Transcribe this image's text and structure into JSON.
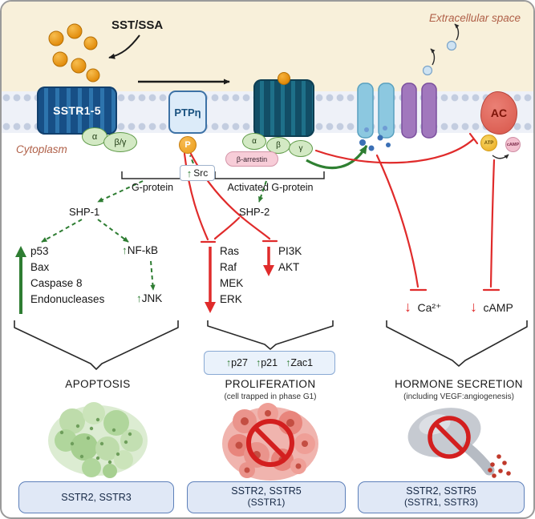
{
  "colors": {
    "activation_green": "#2e7d32",
    "inhibition_red": "#e02b2b",
    "extracellular_cream": "#f8f0da",
    "membrane_dot_blue": "#c3cde0",
    "receptor_blue": "#174f86",
    "region_label_brown": "#b06048"
  },
  "extracellular": {
    "ligand_label": "SST/SSA",
    "region_label": "Extracellular space"
  },
  "membrane": {
    "sstr_label": "SSTR1-5",
    "g_alpha": "α",
    "g_beta_gamma": "β/γ",
    "ptp_label": "PTPη",
    "phosphate_label": "P",
    "g_protein_label": "G-protein",
    "src_label": "Src",
    "activated_g_protein_label": "Activated G-protein",
    "act_alpha": "α",
    "act_beta": "β",
    "act_gamma": "γ",
    "beta_arrestin_label": "β-arrestin",
    "ac_label": "AC",
    "atp_label": "ATP",
    "camp_label": "cAMP"
  },
  "cytoplasm": {
    "region_label": "Cytoplasm",
    "shp1_label": "SHP-1",
    "shp2_label": "SHP-2"
  },
  "apoptosis": {
    "genes": [
      "p53",
      "Bax",
      "Caspase 8",
      "Endonucleases"
    ],
    "nfkb": "NF-kB",
    "jnk": "JNK",
    "title": "APOPTOSIS",
    "receptors": "SSTR2, SSTR3"
  },
  "proliferation": {
    "mapk_cascade": [
      "Ras",
      "Raf",
      "MEK",
      "ERK"
    ],
    "pi3k_cascade": [
      "PI3K",
      "AKT"
    ],
    "cdk_inhibitors": [
      "p27",
      "p21",
      "Zac1"
    ],
    "title": "PROLIFERATION",
    "subtitle": "(cell trapped in phase G1)",
    "receptors": "SSTR2, SSTR5",
    "receptors_secondary": "(SSTR1)"
  },
  "secretion": {
    "calcium": "Ca²⁺",
    "camp": "cAMP",
    "title": "HORMONE SECRETION",
    "subtitle": "(including VEGF:angiogenesis)",
    "receptors": "SSTR2, SSTR5",
    "receptors_secondary": "(SSTR1, SSTR3)"
  }
}
